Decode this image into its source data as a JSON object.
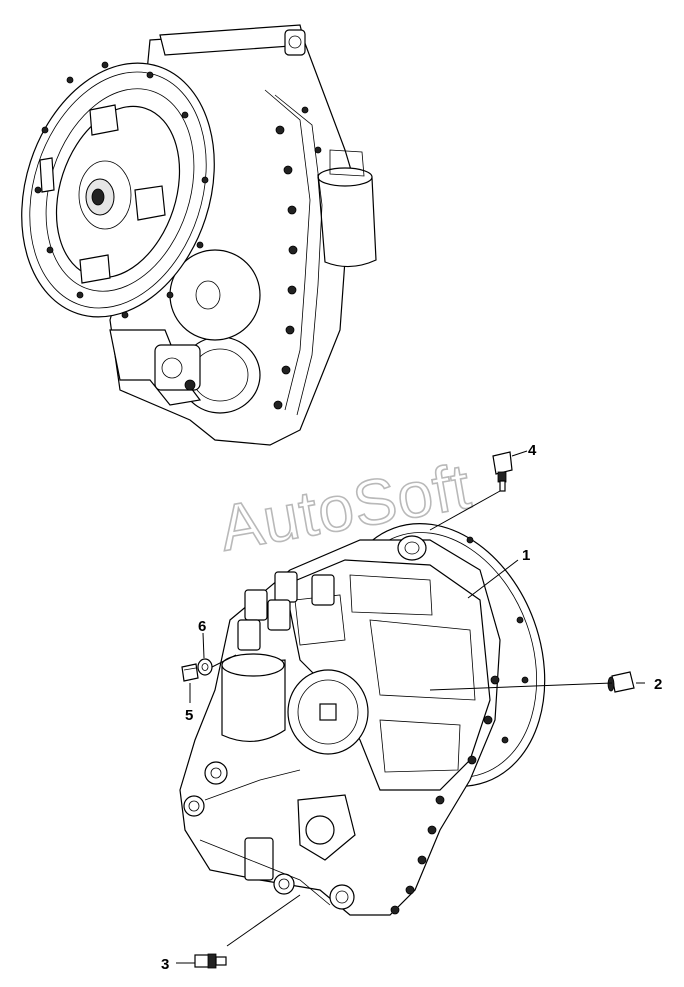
{
  "watermark": "AutoSoft",
  "callouts": [
    {
      "id": "1",
      "text": "1"
    },
    {
      "id": "2",
      "text": "2"
    },
    {
      "id": "3",
      "text": "3"
    },
    {
      "id": "4",
      "text": "4"
    },
    {
      "id": "5",
      "text": "5"
    },
    {
      "id": "6",
      "text": "6"
    }
  ]
}
